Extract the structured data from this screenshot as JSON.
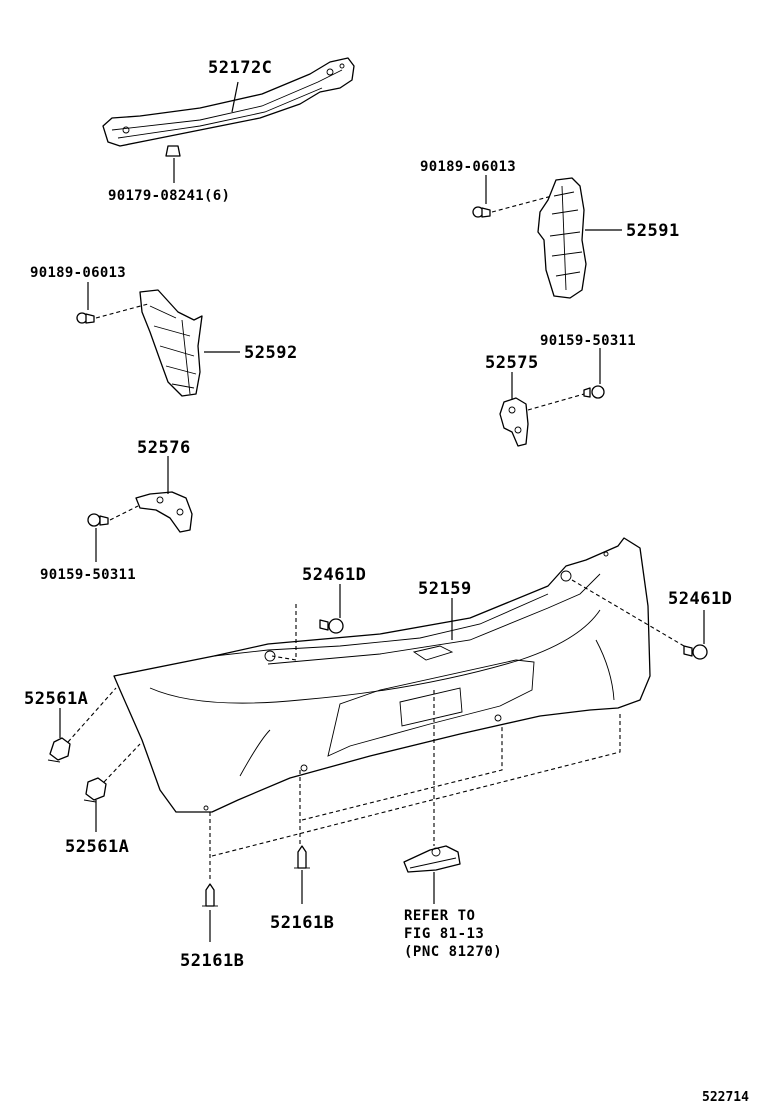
{
  "labels": {
    "p52172C": "52172C",
    "p90179": "90179-08241(6)",
    "p90189_right": "90189-06013",
    "p52591": "52591",
    "p90189_left": "90189-06013",
    "p52592": "52592",
    "p90159_right": "90159-50311",
    "p52575": "52575",
    "p52576": "52576",
    "p90159_left": "90159-50311",
    "p52461D_center": "52461D",
    "p52159": "52159",
    "p52461D_right": "52461D",
    "p52561A_upper": "52561A",
    "p52561A_lower": "52561A",
    "p52161B_center": "52161B",
    "p52161B_bottom": "52161B"
  },
  "reference": {
    "line1": "REFER TO",
    "line2": "FIG 81-13",
    "line3": "(PNC 81270)"
  },
  "figure_number": "522714"
}
